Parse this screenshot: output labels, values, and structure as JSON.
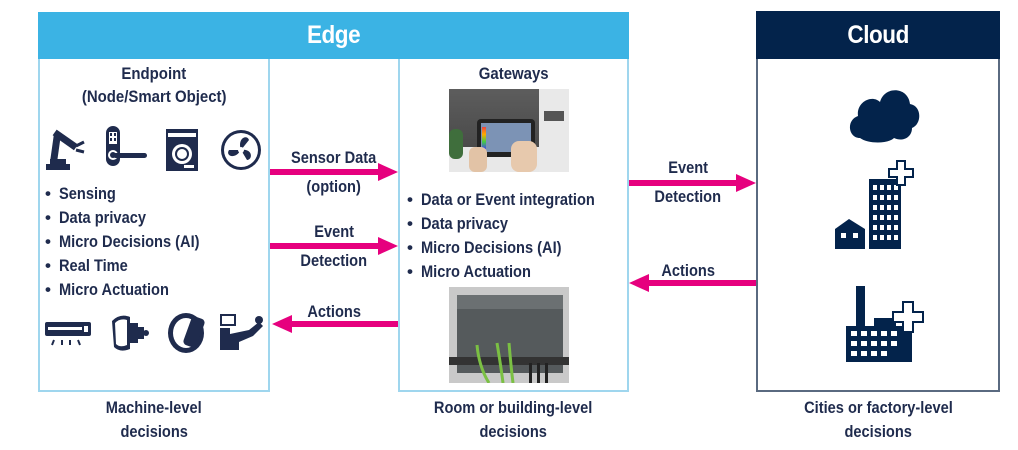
{
  "edge": {
    "title": "Edge",
    "color": "#3bb3e4",
    "endpoint": {
      "title_line1": "Endpoint",
      "title_line2": "(Node/Smart Object)",
      "top_icons": [
        "robot-arm-icon",
        "smart-lock-icon",
        "washing-machine-icon",
        "fan-icon"
      ],
      "bullets": [
        "Sensing",
        "Data privacy",
        "Micro Decisions (AI)",
        "Real Time",
        "Micro Actuation"
      ],
      "bottom_icons": [
        "air-conditioner-icon",
        "motor-icon",
        "smartwatch-icon",
        "medical-device-icon"
      ],
      "caption_line1": "Machine-level",
      "caption_line2": "decisions"
    },
    "gateways": {
      "title": "Gateways",
      "photo_top": "smart-home-tablet-photo",
      "bullets": [
        "Data or Event integration",
        "Data privacy",
        "Micro Decisions (AI)",
        "Micro Actuation"
      ],
      "photo_bottom": "industrial-gateway-photo",
      "caption_line1": "Room or building-level",
      "caption_line2": "decisions"
    }
  },
  "cloud": {
    "title": "Cloud",
    "color": "#03234b",
    "icons": [
      "cloud-icon",
      "city-hospital-icon",
      "factory-hospital-icon"
    ],
    "caption_line1": "Cities or factory-level",
    "caption_line2": "decisions"
  },
  "arrows": {
    "color": "#e6007e",
    "endpoint_gateway": [
      {
        "line1": "Sensor Data",
        "line2": "(option)",
        "direction": "right"
      },
      {
        "line1": "Event",
        "line2": "Detection",
        "direction": "right"
      },
      {
        "line1": "Actions",
        "line2": "",
        "direction": "left"
      }
    ],
    "gateway_cloud": [
      {
        "line1": "Event",
        "line2": "Detection",
        "direction": "right"
      },
      {
        "line1": "Actions",
        "line2": "",
        "direction": "left"
      }
    ]
  }
}
